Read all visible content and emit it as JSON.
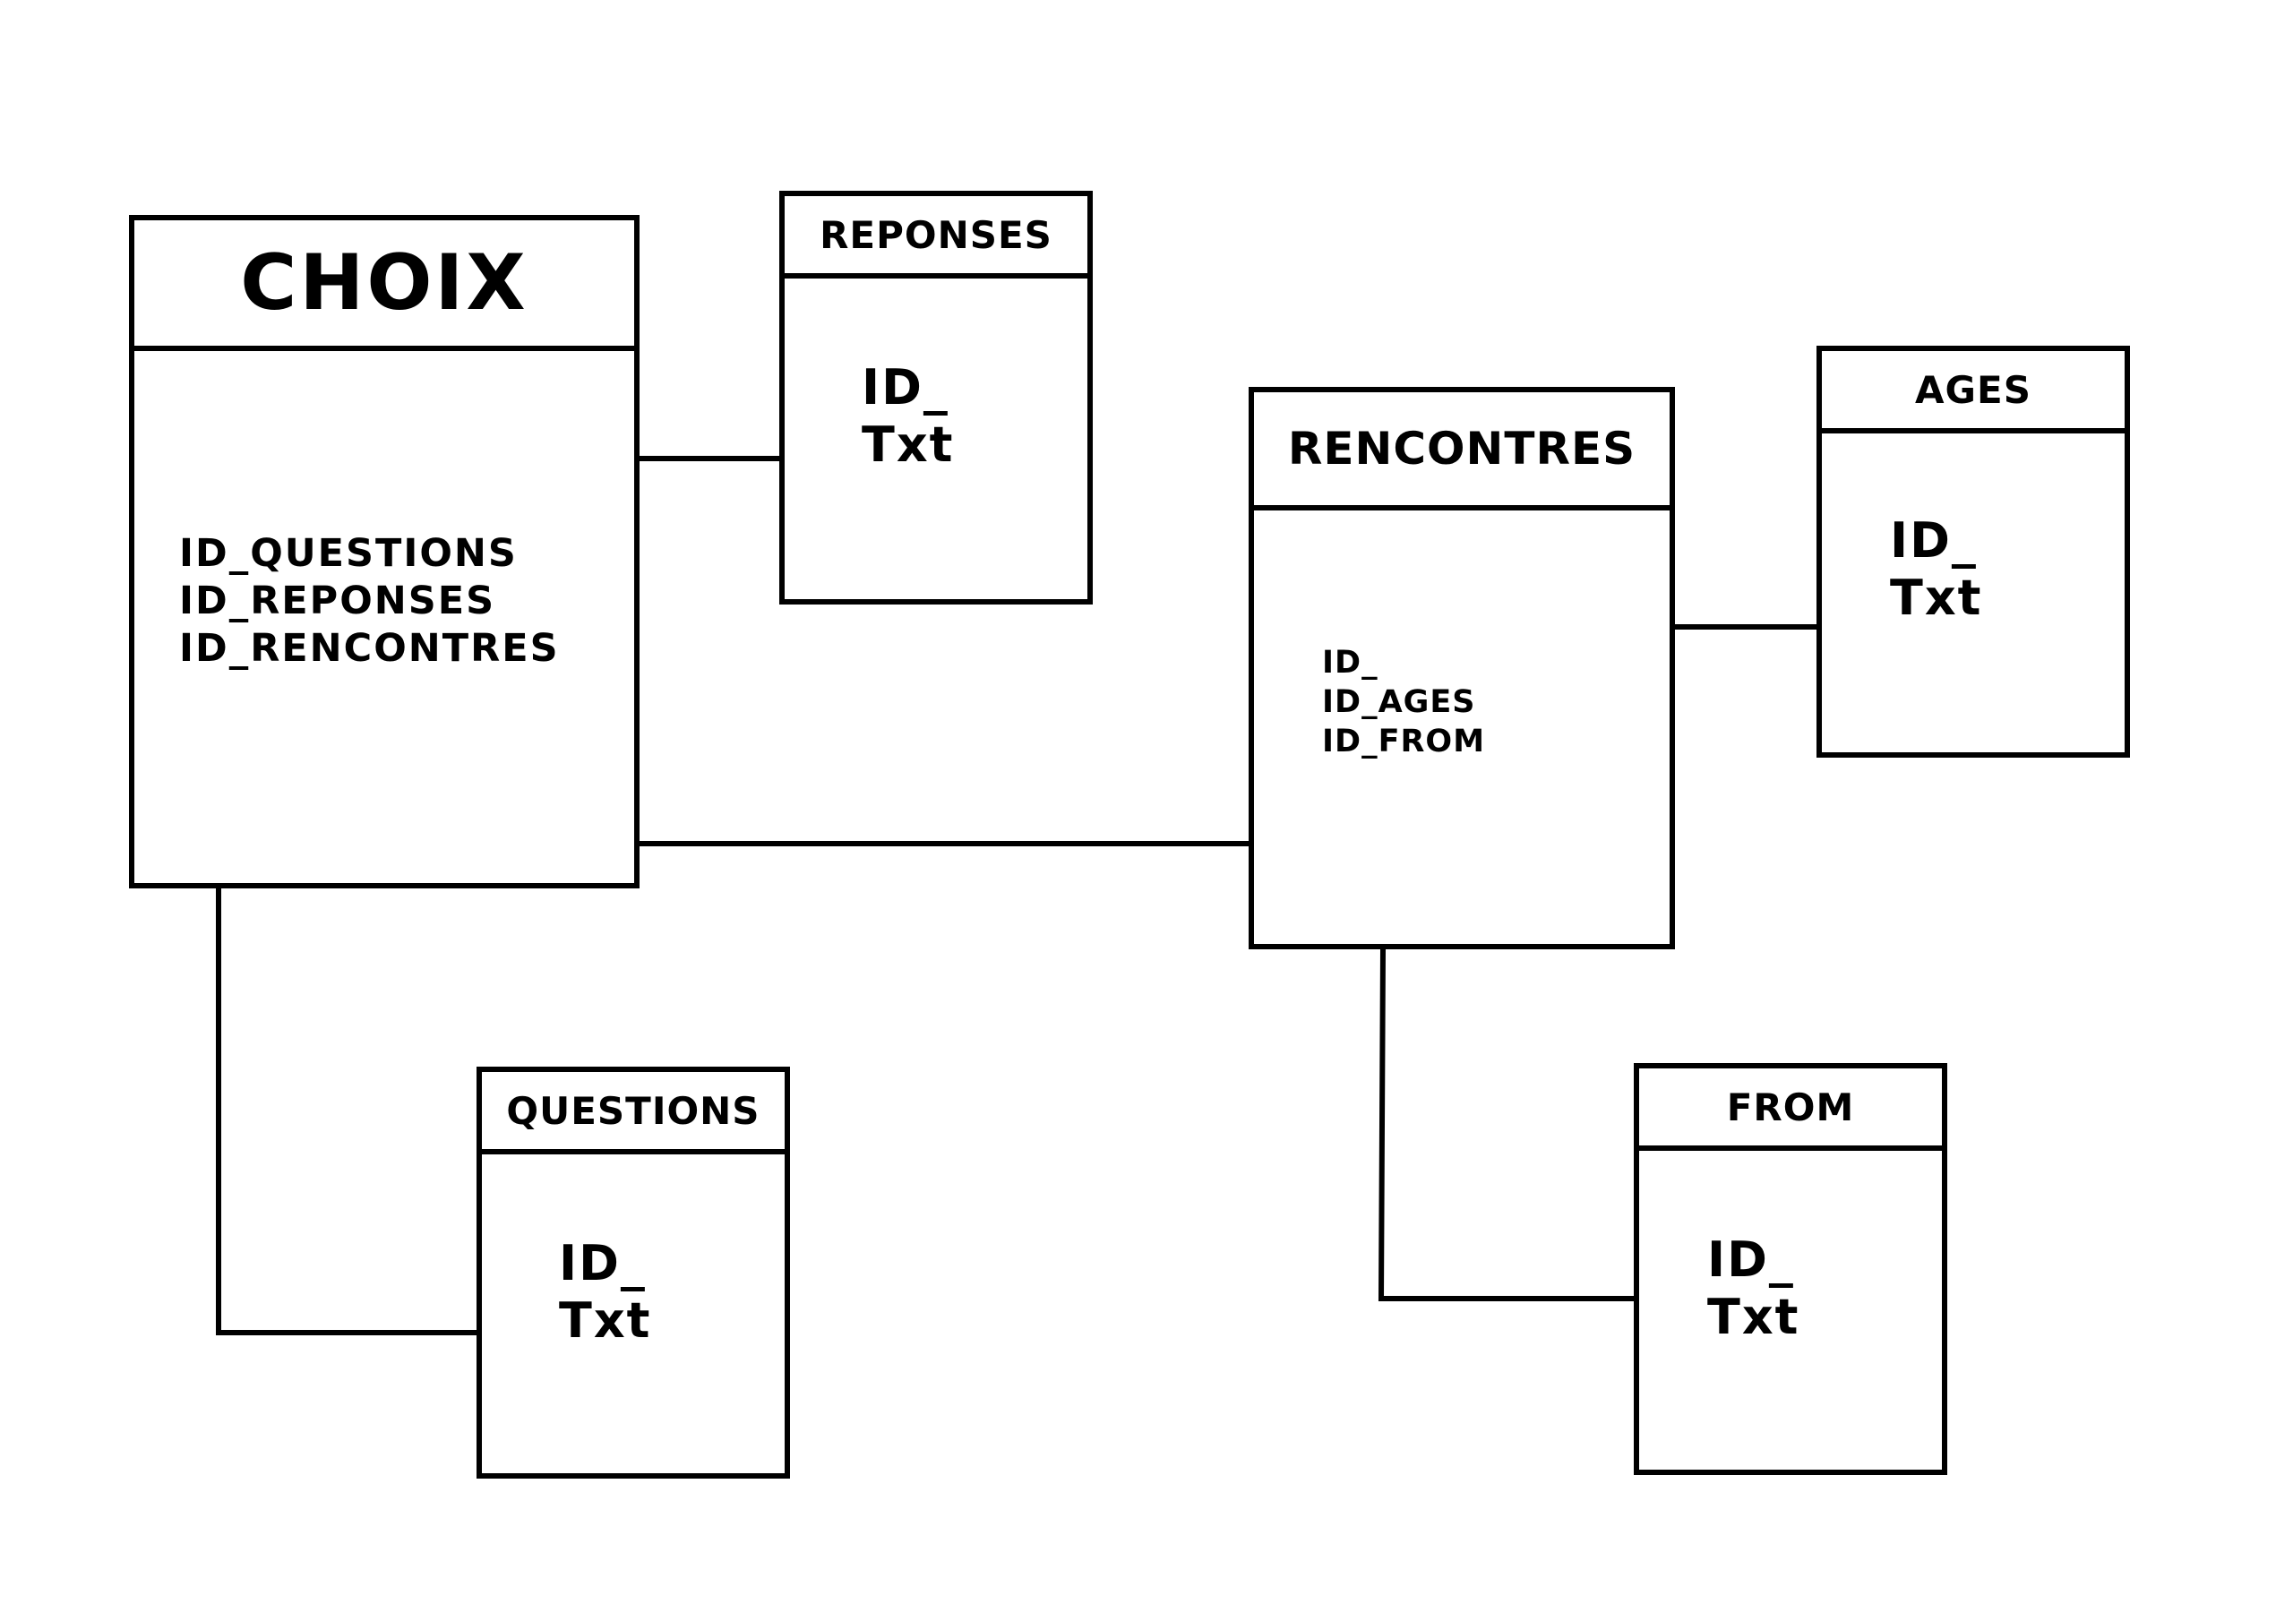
{
  "tables": {
    "choix": {
      "title": "CHOIX",
      "fields": [
        "ID_QUESTIONS",
        "ID_REPONSES",
        "ID_RENCONTRES"
      ]
    },
    "reponses": {
      "title": "REPONSES",
      "fields": [
        "ID_",
        "Txt"
      ]
    },
    "rencontres": {
      "title": "RENCONTRES",
      "fields": [
        "ID_",
        "ID_AGES",
        "ID_FROM"
      ]
    },
    "ages": {
      "title": "AGES",
      "fields": [
        "ID_",
        "Txt"
      ]
    },
    "questions": {
      "title": "QUESTIONS",
      "fields": [
        "ID_",
        "Txt"
      ]
    },
    "from": {
      "title": "FROM",
      "fields": [
        "ID_",
        "Txt"
      ]
    }
  },
  "relationships": [
    {
      "from": "choix",
      "to": "reponses"
    },
    {
      "from": "choix",
      "to": "rencontres"
    },
    {
      "from": "choix",
      "to": "questions"
    },
    {
      "from": "rencontres",
      "to": "ages"
    },
    {
      "from": "rencontres",
      "to": "from"
    }
  ]
}
